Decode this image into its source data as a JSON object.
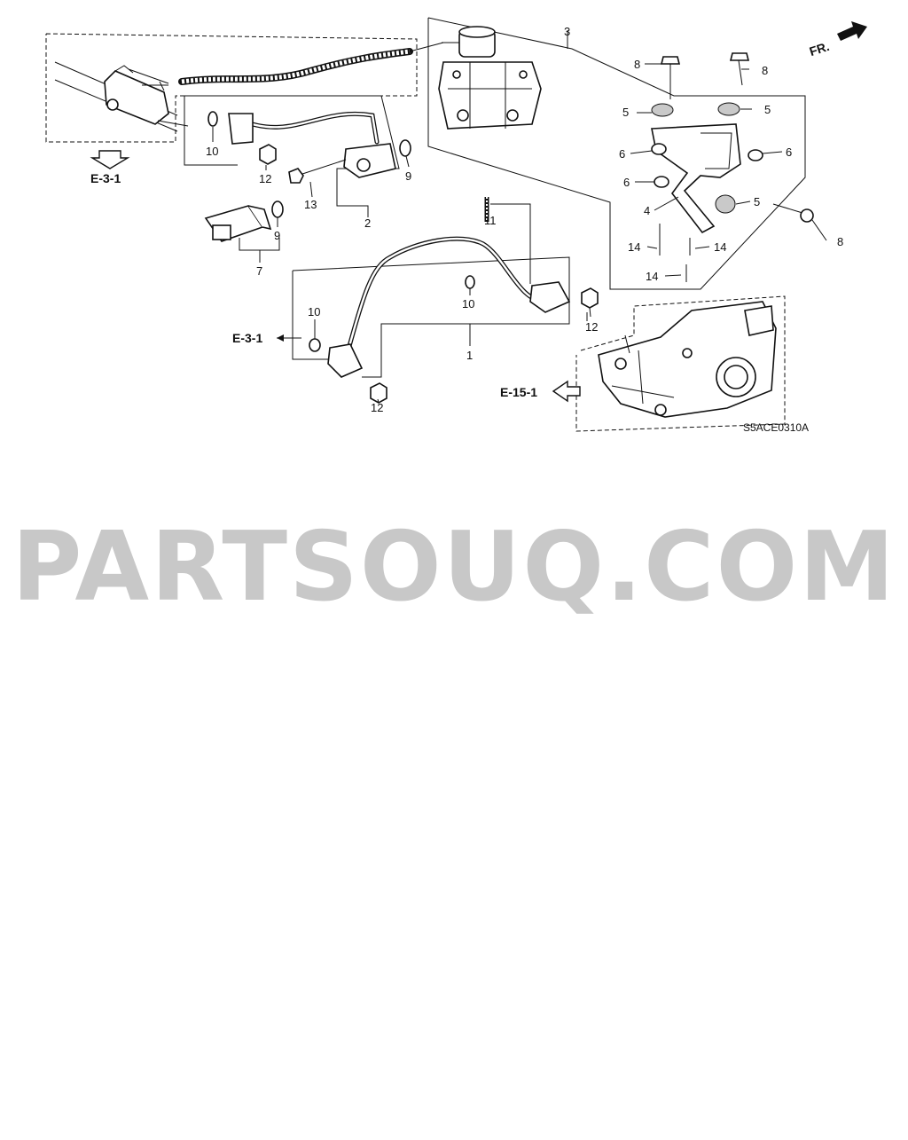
{
  "diagram": {
    "orientation_label": "FR.",
    "drawing_code": "S5ACE0310A",
    "watermark": "PARTSOUQ.COM",
    "references": {
      "e31_top": "E-3-1",
      "e31_middle": "E-3-1",
      "e151": "E-15-1"
    },
    "callouts": {
      "c1": "1",
      "c2": "2",
      "c3": "3",
      "c4": "4",
      "c5a": "5",
      "c5b": "5",
      "c5c": "5",
      "c6a": "6",
      "c6b": "6",
      "c6c": "6",
      "c7": "7",
      "c8a": "8",
      "c8b": "8",
      "c8c": "8",
      "c9a": "9",
      "c9b": "9",
      "c10a": "10",
      "c10b": "10",
      "c10c": "10",
      "c11": "11",
      "c12a": "12",
      "c12b": "12",
      "c12c": "12",
      "c13": "13",
      "c14a": "14",
      "c14b": "14",
      "c14c": "14"
    }
  }
}
